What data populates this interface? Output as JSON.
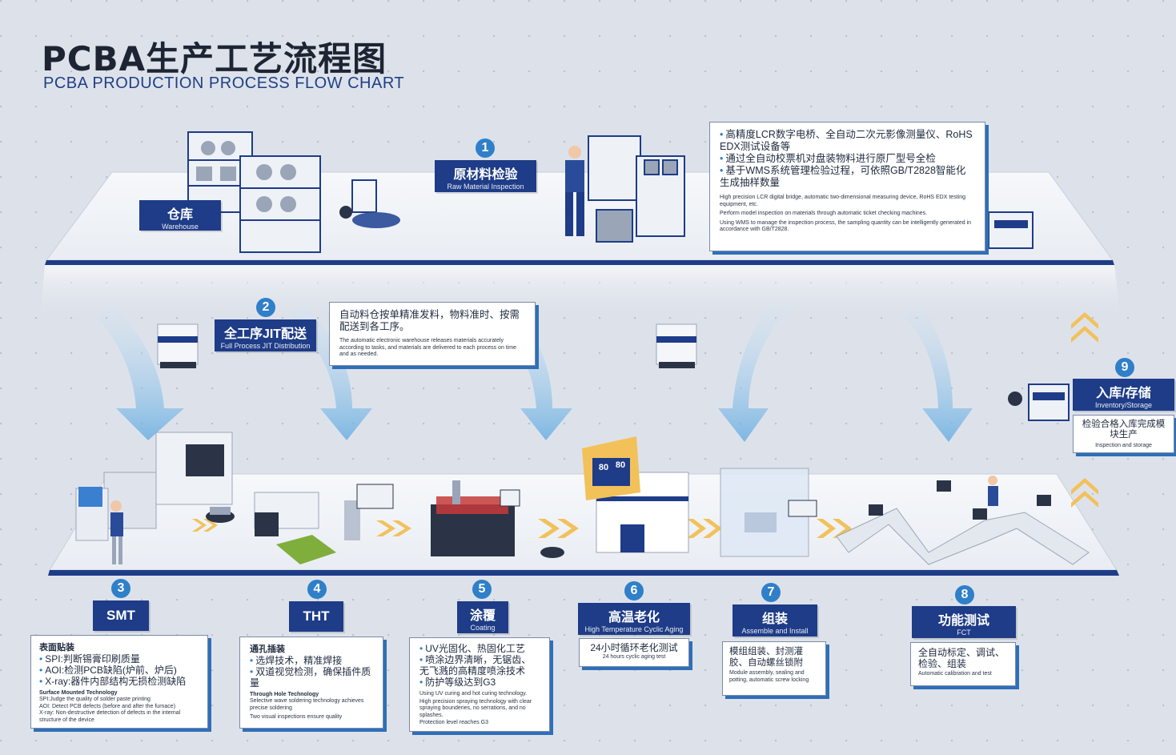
{
  "title": {
    "cn": "PCBA生产工艺流程图",
    "en": "PCBA PRODUCTION PROCESS FLOW CHART"
  },
  "warehouse": {
    "cn": "仓库",
    "en": "Warehouse"
  },
  "steps": [
    {
      "num": "1",
      "cn": "原材料检验",
      "en": "Raw Material Inspection"
    },
    {
      "num": "2",
      "cn": "全工序JIT配送",
      "en": "Full Process JIT Distribution"
    },
    {
      "num": "3",
      "cn": "SMT",
      "en": ""
    },
    {
      "num": "4",
      "cn": "THT",
      "en": ""
    },
    {
      "num": "5",
      "cn": "涂覆",
      "en": "Coating"
    },
    {
      "num": "6",
      "cn": "高温老化",
      "en": "High Temperature Cyclic Aging"
    },
    {
      "num": "7",
      "cn": "组装",
      "en": "Assemble and Install"
    },
    {
      "num": "8",
      "cn": "功能测试",
      "en": "FCT"
    },
    {
      "num": "9",
      "cn": "入库/存储",
      "en": "Inventory/Storage"
    }
  ],
  "info1": {
    "cn": [
      "高精度LCR数字电桥、全自动二次元影像测量仪、RoHS EDX测试设备等",
      "通过全自动校票机对盘装物料进行原厂型号全检",
      "基于WMS系统管理检验过程，可依照GB/T2828智能化生成抽样数量"
    ],
    "en": [
      "High precision LCR digital bridge, automatic two-dimensional measuring device, RoHS EDX testing equipment, etc.",
      "Perform model inspection on materials through automatic ticket checking machines.",
      "Using WMS to manage the inspection process, the sampling quantity can be intelligently generated in accordance with GB/T2828."
    ]
  },
  "info2": {
    "cn": "自动料仓按单精准发料，物料准时、按需配送到各工序。",
    "en": "The automatic electronic warehouse releases materials accurately according to tasks, and materials are delivered to each process on time and as needed."
  },
  "info3": {
    "head": "表面贴装",
    "cn": [
      "SPI:判断锡膏印刷质量",
      "AOI:检测PCB缺陷(炉前、炉后)",
      "X-ray:器件内部结构无损检测缺陷"
    ],
    "head_en": "Surface Mounted Technology",
    "en": [
      "SPI:Judge the quality of solder paste printing",
      "AOI: Detect PCB defects (before and after the furnace)",
      "X-ray: Non-destructive detection of defects in the internal structure of the device"
    ]
  },
  "info4": {
    "head": "通孔插装",
    "cn": [
      "选焊技术，精准焊接",
      "双道视觉检测，确保插件质量"
    ],
    "head_en": "Through Hole Technology",
    "en": [
      "Selective wave soldering technology achieves precise soldering",
      "Two visual inspections ensure quality"
    ]
  },
  "info5": {
    "cn": [
      "UV光固化、热固化工艺",
      "喷涂边界清晰，无锯齿、无飞溅的高精度喷涂技术",
      "防护等级达到G3"
    ],
    "en": [
      "Using UV curing and hot curing technology.",
      "High precision spraying technology with clear spraying bounderies, no serrations, and no splashes.",
      "Protection level reaches G3"
    ]
  },
  "info6": {
    "cn": "24小时循环老化测试",
    "en": "24 hours cyclic aging test"
  },
  "info7": {
    "cn": "模组组装、封测灌胶、自动螺丝锁附",
    "en": "Module assembly, sealing and potting, automatic screw locking"
  },
  "info8": {
    "cn": "全自动标定、调试、检验、组装",
    "en": "Automatic calibration and test"
  },
  "info9": {
    "cn": "检验合格入库完成模块生产",
    "en": "Inspection and storage"
  },
  "aging_display": [
    "80",
    "80"
  ],
  "colors": {
    "navy": "#1e3c87",
    "accent": "#2f7fc9",
    "arrow": "#f2c15a",
    "platform_edge": "#1e3c87"
  }
}
